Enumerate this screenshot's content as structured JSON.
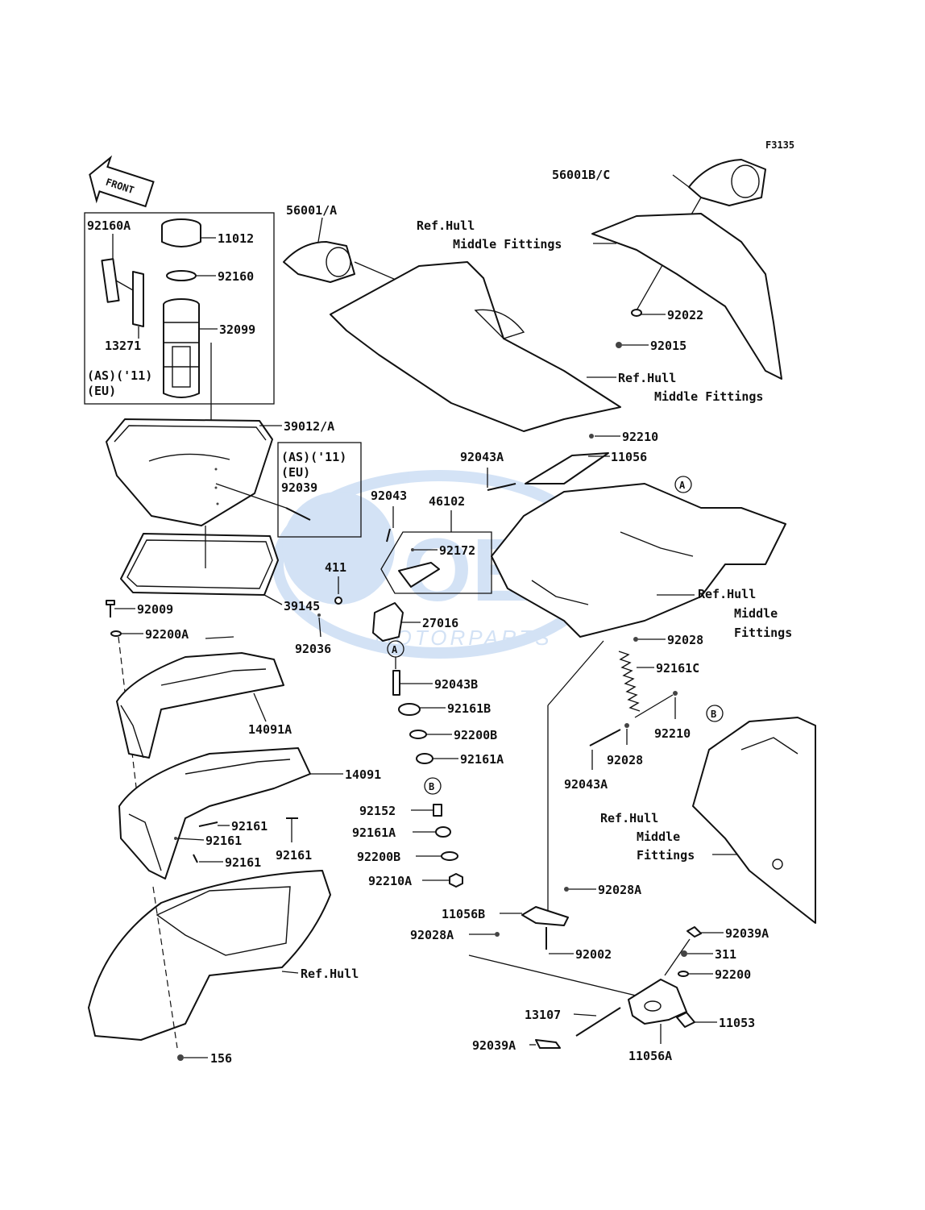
{
  "figure_code": "F3135",
  "front_arrow": "FRONT",
  "watermark": {
    "brand": "OEM",
    "sub": "MOTORPARTS"
  },
  "inset_top": {
    "region_line1": "(AS)('11)",
    "region_line2": "(EU)"
  },
  "inset_mid": {
    "region_line1": "(AS)('11)",
    "region_line2": "(EU)",
    "part": "92039"
  },
  "callouts": {
    "A": "A",
    "B": "B"
  },
  "labels": {
    "p92160A": "92160A",
    "p11012": "11012",
    "p92160": "92160",
    "p13271": "13271",
    "p32099": "32099",
    "p39012A": "39012/A",
    "p39145": "39145",
    "p92009": "92009",
    "p92200A": "92200A",
    "p14091A": "14091A",
    "p14091": "14091",
    "p92161_1": "92161",
    "p92161_2": "92161",
    "p92161_3": "92161",
    "p92161_4": "92161",
    "p156": "156",
    "p56001A": "56001/A",
    "p56001BC": "56001B/C",
    "p92022": "92022",
    "p92015": "92015",
    "p92043": "92043",
    "p46102": "46102",
    "p92172": "92172",
    "p411": "411",
    "p27016": "27016",
    "p92036": "92036",
    "p92043B": "92043B",
    "p92161B": "92161B",
    "p92200B_1": "92200B",
    "p92161A_1": "92161A",
    "p92152": "92152",
    "p92161A_2": "92161A",
    "p92200B_2": "92200B",
    "p92210A": "92210A",
    "p92043A_1": "92043A",
    "p92210_1": "92210",
    "p11056": "11056",
    "p92028_1": "92028",
    "p92161C": "92161C",
    "p92210_2": "92210",
    "p92028_2": "92028",
    "p92043A_2": "92043A",
    "p92028A_1": "92028A",
    "p11056B": "11056B",
    "p92028A_2": "92028A",
    "p92002": "92002",
    "p92039A_1": "92039A",
    "p311": "311",
    "p92200": "92200",
    "p11053": "11053",
    "p13107": "13107",
    "p92039A_2": "92039A",
    "p11056A": "11056A"
  },
  "ref_labels": {
    "r1_l1": "Ref.Hull",
    "r1_l2": "Middle Fittings",
    "r2_l1": "Ref.Hull",
    "r2_l2": "Middle Fittings",
    "r3_l1": "Ref.Hull",
    "r3_l2": "Middle",
    "r3_l3": "Fittings",
    "r4_l1": "Ref.Hull",
    "r4_l2": "Middle",
    "r4_l3": "Fittings",
    "r5": "Ref.Hull"
  }
}
